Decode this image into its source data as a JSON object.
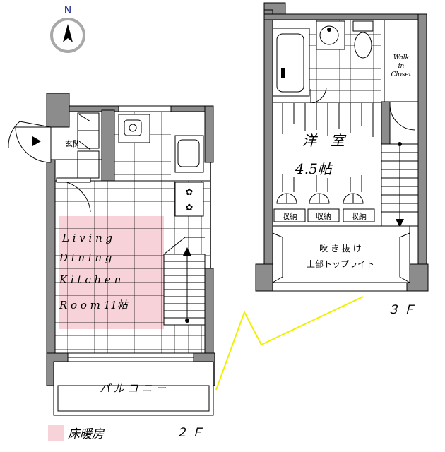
{
  "compass": {
    "label": "N"
  },
  "floor2": {
    "label": "２ Ｆ",
    "entrance": "玄関",
    "ldk_lines": [
      "L i v i n g",
      "D i n i n g",
      "K i t c h e n",
      "R o o m 11帖"
    ],
    "balcony": "バ ル コ ニ ー"
  },
  "floor3": {
    "label": "３ Ｆ",
    "room_lines": [
      "洋　室",
      "4.5帖"
    ],
    "storage": [
      "収納",
      "収納",
      "収納"
    ],
    "closet_lines": [
      "Walk",
      "in",
      "Closet"
    ],
    "void_lines": [
      "吹 き 抜 け",
      "上部トップライト"
    ]
  },
  "legend": {
    "floor_heating": "床暖房"
  },
  "colors": {
    "floor_heating": "#f7d3d9",
    "wall": "#8c8c8c",
    "connector": "#f0f000"
  }
}
